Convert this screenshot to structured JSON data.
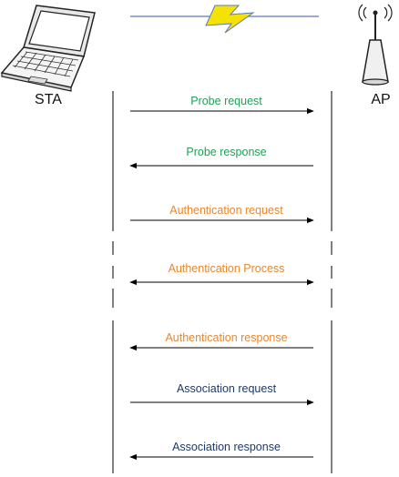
{
  "nodes": {
    "station": "STA",
    "access_point": "AP"
  },
  "colors": {
    "probe": "#22a055",
    "auth": "#e8872e",
    "assoc": "#1f3a68",
    "line": "#000000",
    "bolt_fill": "#f5e200",
    "bolt_stroke": "#5a7bbf"
  },
  "messages": [
    {
      "label": "Probe request",
      "direction": "to-ap",
      "color": "#22a055"
    },
    {
      "label": "Probe response",
      "direction": "to-sta",
      "color": "#22a055"
    },
    {
      "label": "Authentication request",
      "direction": "to-ap",
      "color": "#e8872e"
    },
    {
      "label": "Authentication Process",
      "direction": "both",
      "color": "#e8872e"
    },
    {
      "label": "Authentication response",
      "direction": "to-sta",
      "color": "#e8872e"
    },
    {
      "label": "Association request",
      "direction": "to-ap",
      "color": "#1f3a68"
    },
    {
      "label": "Association response",
      "direction": "to-sta",
      "color": "#1f3a68"
    }
  ]
}
